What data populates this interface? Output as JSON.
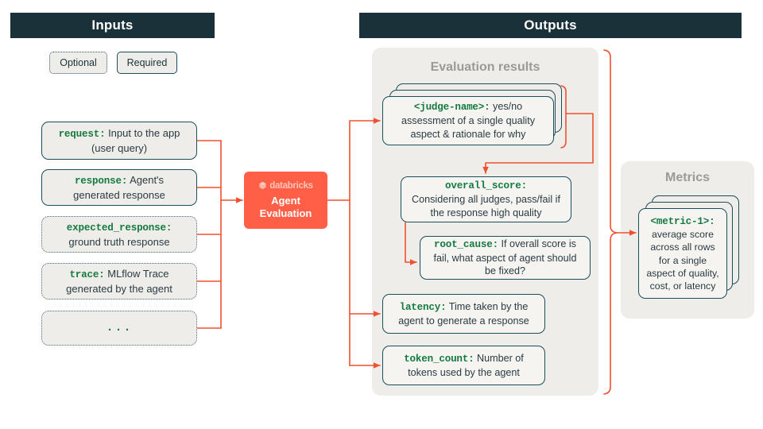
{
  "headers": {
    "inputs": "Inputs",
    "outputs": "Outputs"
  },
  "legend": {
    "optional": "Optional",
    "required": "Required"
  },
  "inputs": [
    {
      "key": "request:",
      "desc": "Input to the app (user query)",
      "type": "required"
    },
    {
      "key": "response:",
      "desc": "Agent's generated response",
      "type": "required"
    },
    {
      "key": "expected_response:",
      "desc": "ground truth response",
      "type": "optional"
    },
    {
      "key": "trace:",
      "desc": "MLflow Trace generated by the agent",
      "type": "optional"
    },
    {
      "key": "...",
      "desc": "",
      "type": "optional"
    }
  ],
  "agent_eval": {
    "brand": "databricks",
    "title_line1": "Agent",
    "title_line2": "Evaluation"
  },
  "panels": {
    "evaluation_results": "Evaluation results",
    "metrics": "Metrics"
  },
  "outputs": {
    "judge": {
      "key": "<judge-name>:",
      "desc": "yes/no assessment of a single quality aspect & rationale for why"
    },
    "overall_score": {
      "key": "overall_score:",
      "desc": "Considering all judges, pass/fail if the response high quality"
    },
    "root_cause": {
      "key": "root_cause:",
      "desc": "If overall score is fail, what aspect of agent should be fixed?"
    },
    "latency": {
      "key": "latency:",
      "desc": "Time taken by the agent to generate a response"
    },
    "token_count": {
      "key": "token_count:",
      "desc": "Number of tokens used by the agent"
    },
    "metric": {
      "key": "<metric-1>:",
      "desc": "average score across all rows for a single aspect of quality, cost, or latency"
    }
  },
  "colors": {
    "header_bar": "#1B3139",
    "accent_orange": "#FF5F46",
    "card_border": "#1B4D5C",
    "key_green": "#157A42",
    "panel_bg": "#EEEDE9",
    "body_text": "#2A3B42",
    "panel_title": "#9A9A98"
  }
}
